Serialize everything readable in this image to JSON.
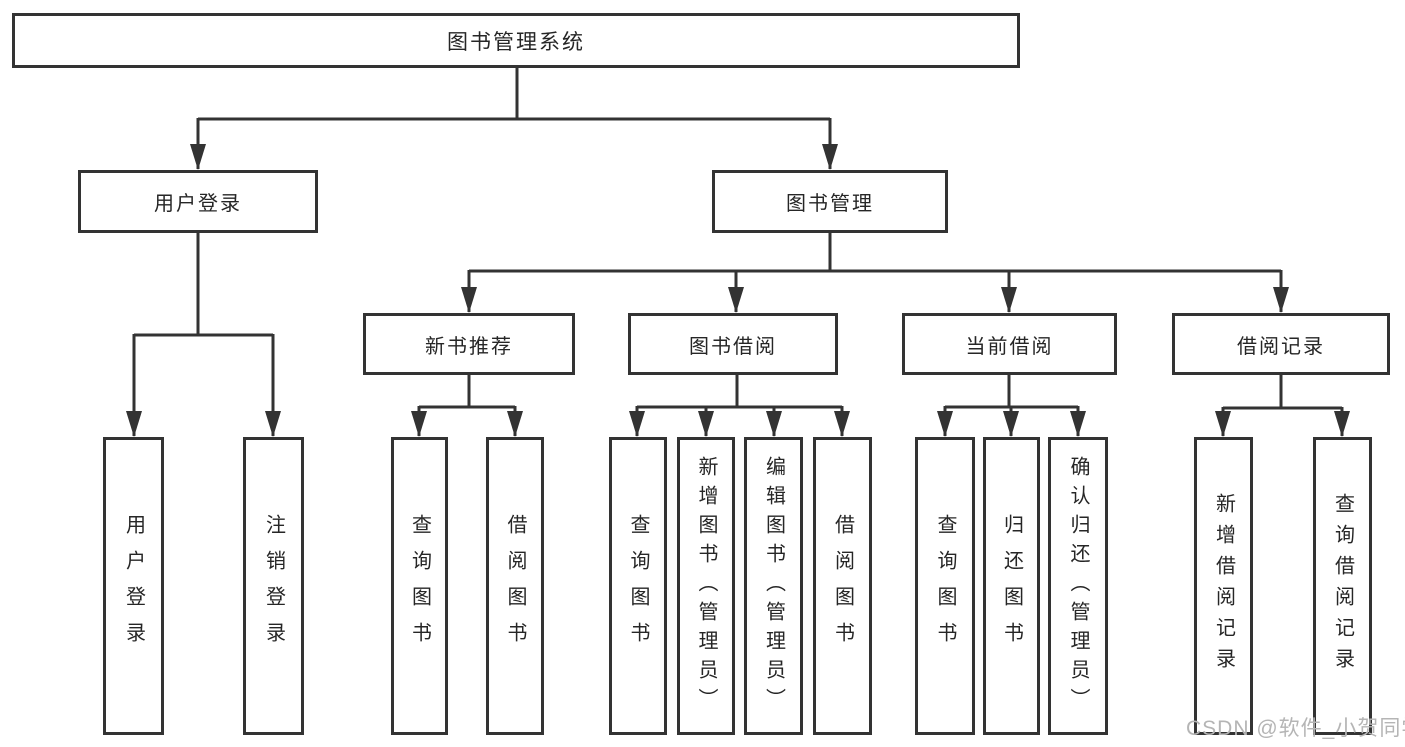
{
  "tree": {
    "root": {
      "label": "图书管理系统"
    },
    "branches": [
      {
        "label": "用户登录",
        "children": [
          {
            "label": "用户登录"
          },
          {
            "label": "注销登录"
          }
        ]
      },
      {
        "label": "图书管理",
        "children": [
          {
            "label": "新书推荐",
            "children": [
              {
                "label": "查询图书"
              },
              {
                "label": "借阅图书"
              }
            ]
          },
          {
            "label": "图书借阅",
            "children": [
              {
                "label": "查询图书"
              },
              {
                "label": "新增图书（管理员）"
              },
              {
                "label": "编辑图书（管理员）"
              },
              {
                "label": "借阅图书"
              }
            ]
          },
          {
            "label": "当前借阅",
            "children": [
              {
                "label": "查询图书"
              },
              {
                "label": "归还图书"
              },
              {
                "label": "确认归还（管理员）"
              }
            ]
          },
          {
            "label": "借阅记录",
            "children": [
              {
                "label": "新增借阅记录"
              },
              {
                "label": "查询借阅记录"
              }
            ]
          }
        ]
      }
    ]
  },
  "watermark": {
    "text": "CSDN @软件_小贺同学"
  },
  "colors": {
    "line": "#333333",
    "text": "#262626",
    "background": "#ffffff",
    "watermark": "#b5b5b5"
  }
}
